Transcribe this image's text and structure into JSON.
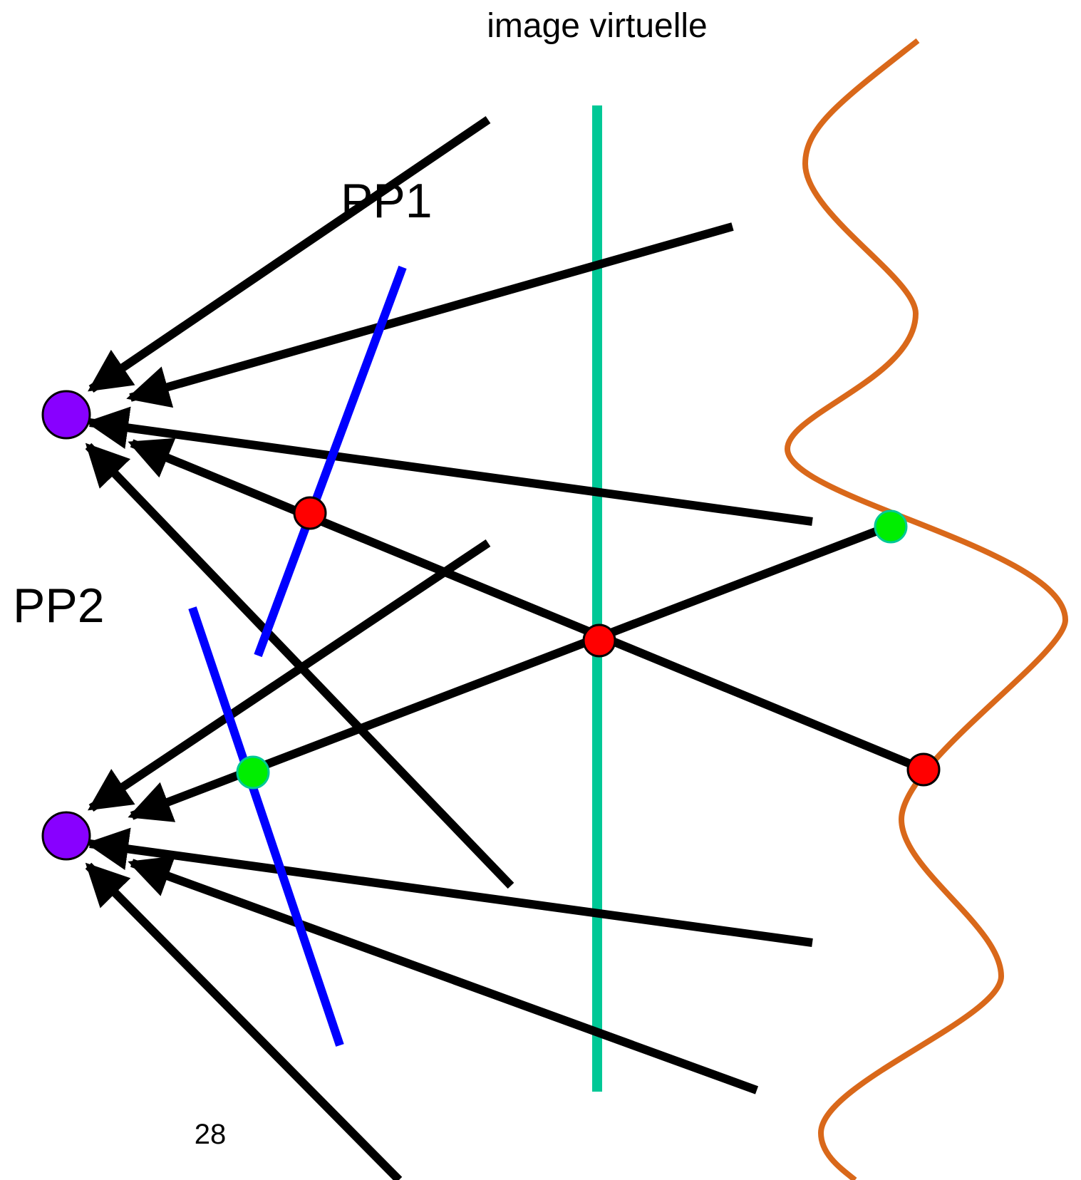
{
  "title": "image virtuelle",
  "labels": {
    "pp1": "PP1",
    "pp2": "PP2"
  },
  "page_number": "28",
  "colors": {
    "ray": "#000000",
    "image_plane": "#0000ff",
    "virtual_image": "#00c896",
    "surface": "#d9681a",
    "camera_center": "#8800ff",
    "point_red": "#ff0000",
    "point_green": "#00ee00"
  }
}
